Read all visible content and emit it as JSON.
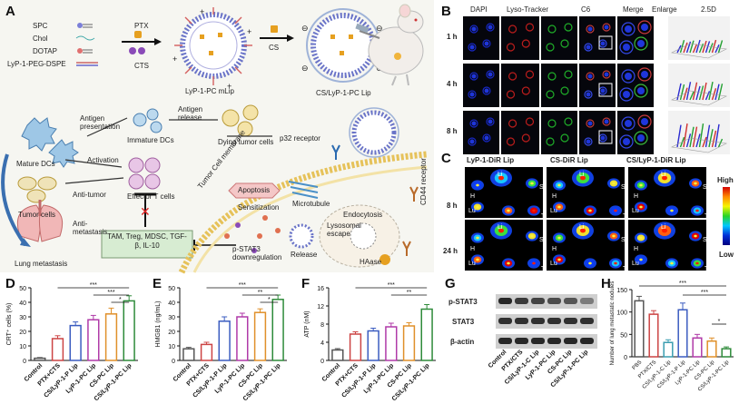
{
  "panelA": {
    "letter": "A",
    "legend": [
      {
        "name": "SPC"
      },
      {
        "name": "Chol"
      },
      {
        "name": "DOTAP"
      },
      {
        "name": "LyP-1-PEG-DSPE"
      }
    ],
    "reagents": [
      "PTX",
      "CTS"
    ],
    "cs_label": "CS",
    "lip1_label": "LyP-1-PC mLip",
    "lip2_label": "CS/LyP-1-PC Lip",
    "cycle": {
      "mature_dcs": "Mature DCs",
      "immature_dcs": "Immature DCs",
      "dying_cells": "Dying tumor cells",
      "antigen_presentation": "Antigen presentation",
      "antigen_release": "Antigen release",
      "activation": "Activation",
      "effector_t": "Effector T cells",
      "anti_tumor": "Anti-tumor",
      "tumor_cells": "Tumor cells",
      "anti_metastasis": "Anti-metastasis",
      "lung_metastasis": "Lung metastasis",
      "suppressors": "TAM, Treg, MDSC, TGF-β, IL-10"
    },
    "cell": {
      "membrane": "Tumor Cell membrane",
      "p32": "p32 receptor",
      "cd44": "CD44 receptor",
      "apoptosis": "Apoptosis",
      "microtubule": "Microtubule",
      "sensitization": "Sensitization",
      "endocytosis": "Endocytosis",
      "lysosomal": "Lysosomal escape",
      "release": "Release",
      "pstat3": "p-STAT3 downregulation",
      "haase": "HAase"
    }
  },
  "panelB": {
    "letter": "B",
    "columns": [
      "DAPI",
      "Lyso-Tracker",
      "C6",
      "Merge",
      "Enlarge",
      "2.5D"
    ],
    "rows": [
      "1 h",
      "4 h",
      "8 h"
    ]
  },
  "panelC": {
    "letter": "C",
    "columns": [
      "LyP-1-DiR Lip",
      "CS-DiR Lip",
      "CS/LyP-1-DiR Lip"
    ],
    "rows": [
      "8 h",
      "24 h"
    ],
    "organs": [
      "H",
      "Li",
      "S",
      "Lu",
      "K",
      "T"
    ],
    "colorbar_high": "High",
    "colorbar_low": "Low"
  },
  "groups_six": [
    "Control",
    "PTX+CTS",
    "CS/LyP-1-P Lip",
    "LyP-1-PC Lip",
    "CS-PC Lip",
    "CS/LyP-1-PC Lip"
  ],
  "charts": {
    "D": {
      "letter": "D",
      "type": "bar",
      "ylabel": "CRT⁺ cells (%)",
      "yticks": [
        "0",
        "10",
        "20",
        "30",
        "40",
        "50"
      ],
      "ylim": [
        0,
        50
      ],
      "values": [
        1.5,
        15,
        24,
        28,
        32,
        41
      ],
      "errors": [
        0.5,
        2,
        2.5,
        3,
        4,
        3.5
      ],
      "sig": [
        "***",
        "***",
        "*"
      ],
      "color": "#2e8b3a"
    },
    "E": {
      "letter": "E",
      "type": "bar",
      "ylabel": "HMGB1 (ng/mL)",
      "yticks": [
        "0",
        "10",
        "20",
        "30",
        "40",
        "50"
      ],
      "ylim": [
        0,
        50
      ],
      "values": [
        8,
        11,
        27,
        30,
        33,
        42
      ],
      "errors": [
        1,
        1.5,
        3,
        2.5,
        2.5,
        3
      ],
      "sig": [
        "***",
        "**",
        "*"
      ],
      "color": "#2e8b3a"
    },
    "F": {
      "letter": "F",
      "type": "bar",
      "ylabel": "ATP (nM)",
      "yticks": [
        "0",
        "4",
        "8",
        "12",
        "16"
      ],
      "ylim": [
        0,
        16
      ],
      "values": [
        2.3,
        5.8,
        6.5,
        7.4,
        7.6,
        11.3
      ],
      "errors": [
        0.3,
        0.5,
        0.6,
        0.8,
        0.7,
        1.0
      ],
      "sig": [
        "***",
        "**"
      ],
      "color": "#2e8b3a"
    }
  },
  "panelG": {
    "letter": "G",
    "bands": [
      "p-STAT3",
      "STAT3",
      "β-actin"
    ],
    "lanes": [
      "Control",
      "PTX/CTS",
      "CS/LyP-1-C Lip",
      "LyP-1-PC Lip",
      "CS-PC Lip",
      "CS/LyP-1-PC Lip"
    ]
  },
  "panelH": {
    "letter": "H",
    "type": "bar",
    "ylabel": "Number of lung metastatic nodules",
    "yticks": [
      "0",
      "50",
      "100",
      "150"
    ],
    "ylim": [
      0,
      150
    ],
    "categories": [
      "PBS",
      "PTX/CTS",
      "CS/LyP-1-C Lip",
      "CS/LyP-1-P Lip",
      "LyP-1-PC Lip",
      "CS-PC Lip",
      "CS/LyP-1-PC Lip"
    ],
    "values": [
      125,
      95,
      32,
      105,
      42,
      35,
      18
    ],
    "errors": [
      10,
      8,
      6,
      15,
      8,
      7,
      4
    ],
    "colors": [
      "#555555",
      "#cc4444",
      "#3a9db0",
      "#3b5cc0",
      "#b03aa8",
      "#e0902a",
      "#2e8b3a"
    ],
    "sig": [
      "***",
      "***",
      "*"
    ]
  }
}
